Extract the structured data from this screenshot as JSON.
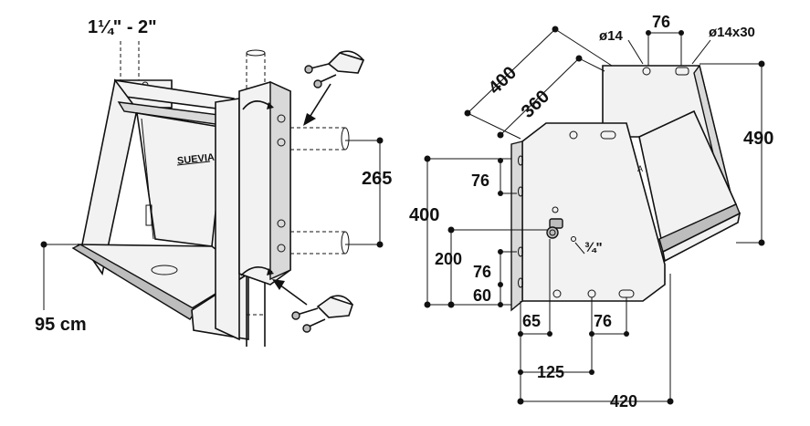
{
  "left_view": {
    "pipe_size_label": "1¼\" - 2\"",
    "brand_label": "SUEVIA",
    "clamp_spacing_label": "265",
    "mounting_height_label": "95 cm"
  },
  "right_view": {
    "depth_outer_label": "400",
    "depth_inner_label": "360",
    "hole_diameter_label": "ø14",
    "hole_spacing_top_label": "76",
    "slot_label": "ø14x30",
    "height_label": "490",
    "side_height_label": "400",
    "hole_spacing_side_upper_label": "76",
    "inlet_height_label": "200",
    "hole_spacing_side_lower_label": "76",
    "bottom_hole_height_label": "60",
    "inlet_thread_label": "¾\"",
    "bottom_offset_label": "65",
    "hole_spacing_bottom_label": "76",
    "bottom_slot_offset_label": "125",
    "width_label": "420",
    "panel_letter_label": "A"
  }
}
